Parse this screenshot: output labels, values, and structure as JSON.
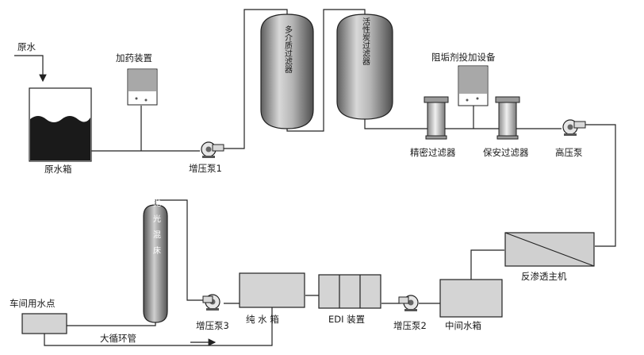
{
  "labels": {
    "raw_water_in": "原水",
    "raw_water_tank": "原水箱",
    "dosing_device": "加药装置",
    "booster_pump_1": "增压泵1",
    "multimedia_filter": "多介质过滤器",
    "activated_carbon_filter": "活性炭过滤器",
    "antiscalant_device": "阻垢剂投加设备",
    "precision_filter": "精密过滤器",
    "security_filter": "保安过滤器",
    "high_pressure_pump": "高压泵",
    "ro_main_unit": "反渗透主机",
    "intermediate_tank": "中间水箱",
    "booster_pump_2": "增压泵2",
    "edi_device": "EDI 装置",
    "pure_water_tank": "纯 水 箱",
    "booster_pump_3": "增压泵3",
    "polishing_mixed_bed": "抛光混床",
    "workshop_point": "车间用水点",
    "main_loop_pipe": "大循环管"
  },
  "colors": {
    "line": "#222222",
    "tank_water": "#1a1a1a",
    "vessel_fill": "#8f8f8f",
    "filter_fill": "#c9c9c9",
    "pump_fill": "#e6e6e6"
  }
}
